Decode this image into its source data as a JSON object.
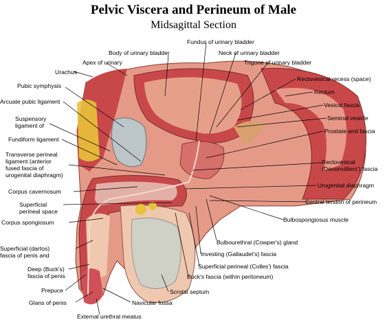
{
  "title": "Pelvic Viscera and Perineum of Male",
  "subtitle": "Midsagittal Section",
  "labels": {
    "fundus": "Fundus of urinary bladder",
    "body": "Body of urinary bladder",
    "neck": "Neck of urinary bladder",
    "apex": "Apex of urinary",
    "trigone": "Trigone of urinary bladder",
    "urachus": "Urachus",
    "rectovesical_recess": "Rectovesical recess (space)",
    "pubic_symphysis": "Pubic symphysis",
    "rectum": "Rectum",
    "arcuate": "Arcuate pubic ligament",
    "vesical_fascia": "Vesical fascia",
    "suspensory": "Suspensory\nligament of",
    "seminal_vesicle": "Seminal vesicle",
    "fundiform": "Fundiform ligament",
    "prostate": "Prostate and fascia",
    "transverse_perineal": "Transverse perineal\nligament (anterior\nfused fascia of\nurogenital diaphragm)",
    "rectovesical_fascia": "Rectovesical\n(Denonvilliers') fascia",
    "urogenital_diaphragm": "Urogenital diaphragm",
    "corpus_cavernosum": "Corpus cavernosum",
    "superficial_perineal_space": "Superficial\nperineal space",
    "central_tendon": "Central tendon of perineum",
    "corpus_spongiosum": "Corpus spongiosum",
    "bulbospongiosus": "Bulbospongiosus muscle",
    "bulbourethral": "Bulbourethral (Cowper's) gland",
    "dartos": "Superficial (dartos)\nfascia of penis and",
    "investing": "Investing (Gallaudet's) fascia",
    "bucks_penis": "Deep (Buck's)\nfascia of penis",
    "colles": "Superficial perineal (Colles') fascia",
    "bucks_peritoneum": "Buck's fascia (within peritoneum)",
    "prepuce": "Prepuce",
    "scrotal_septum": "Scrotal septum",
    "glans": "Glans of penis",
    "navicular": "Navicular fossa",
    "meatus": "External urethral meatus"
  },
  "colors": {
    "muscle": "#c8484a",
    "bladder_lining": "#e6a08a",
    "fat": "#e8c23a",
    "bone": "#bcc6c8",
    "skin": "#f0c8b0",
    "testis": "#cfd0c6"
  }
}
